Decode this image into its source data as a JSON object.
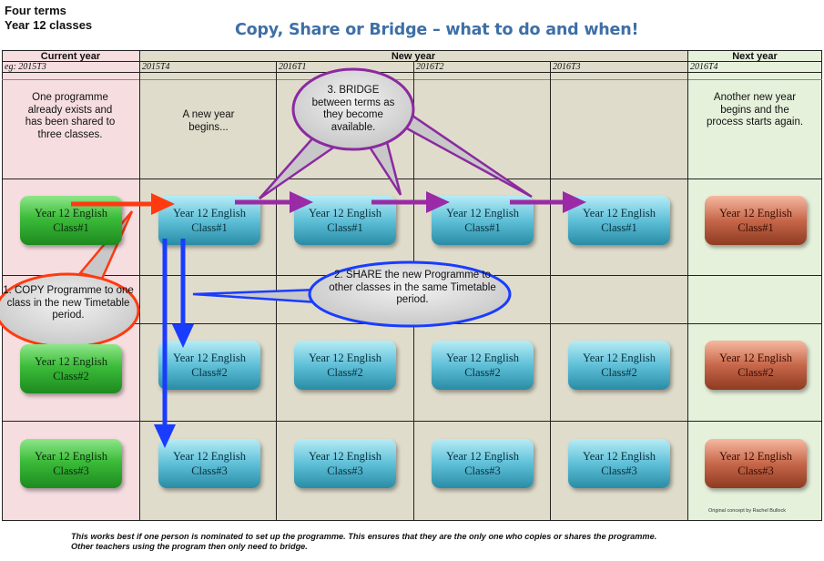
{
  "header": {
    "line1": "Four terms",
    "line2": "Year 12 classes",
    "title": "Copy, Share or Bridge – what to do and when!"
  },
  "columns": {
    "current_year": "Current year",
    "new_year": "New year",
    "next_year": "Next year"
  },
  "terms": {
    "current": "eg: 2015T3",
    "t1": "2015T4",
    "t2": "2016T1",
    "t3": "2016T2",
    "t4": "2016T3",
    "next": "2016T4"
  },
  "descriptions": {
    "current": "One programme already exists and has been shared to three classes.",
    "new_year": "A new year begins...",
    "next_year": "Another new year begins and the process starts again."
  },
  "bubbles": {
    "bridge": "3. BRIDGE between terms as they become available.",
    "copy": "1. COPY Programme to one class in the new Timetable period.",
    "share": "2. SHARE the new Programme to other classes in the same Timetable period."
  },
  "classes": {
    "subject": "Year 12 English",
    "c1": "Class#1",
    "c2": "Class#2",
    "c3": "Class#3"
  },
  "footer": {
    "note1": "This works best if one person is nominated to set up the programme. This ensures that they are the only one who copies or shares the programme.",
    "note2": "Other teachers using the program then only need to bridge.",
    "credit": "Original concept by Rachel Bullock"
  },
  "colors": {
    "copy_arrow": "#ff3a10",
    "share_arrow": "#1a3cff",
    "bridge_arrow": "#9b2aa6",
    "current_bg": "#f6dde0",
    "new_bg": "#e0dccb",
    "next_bg": "#e6f1dc"
  }
}
